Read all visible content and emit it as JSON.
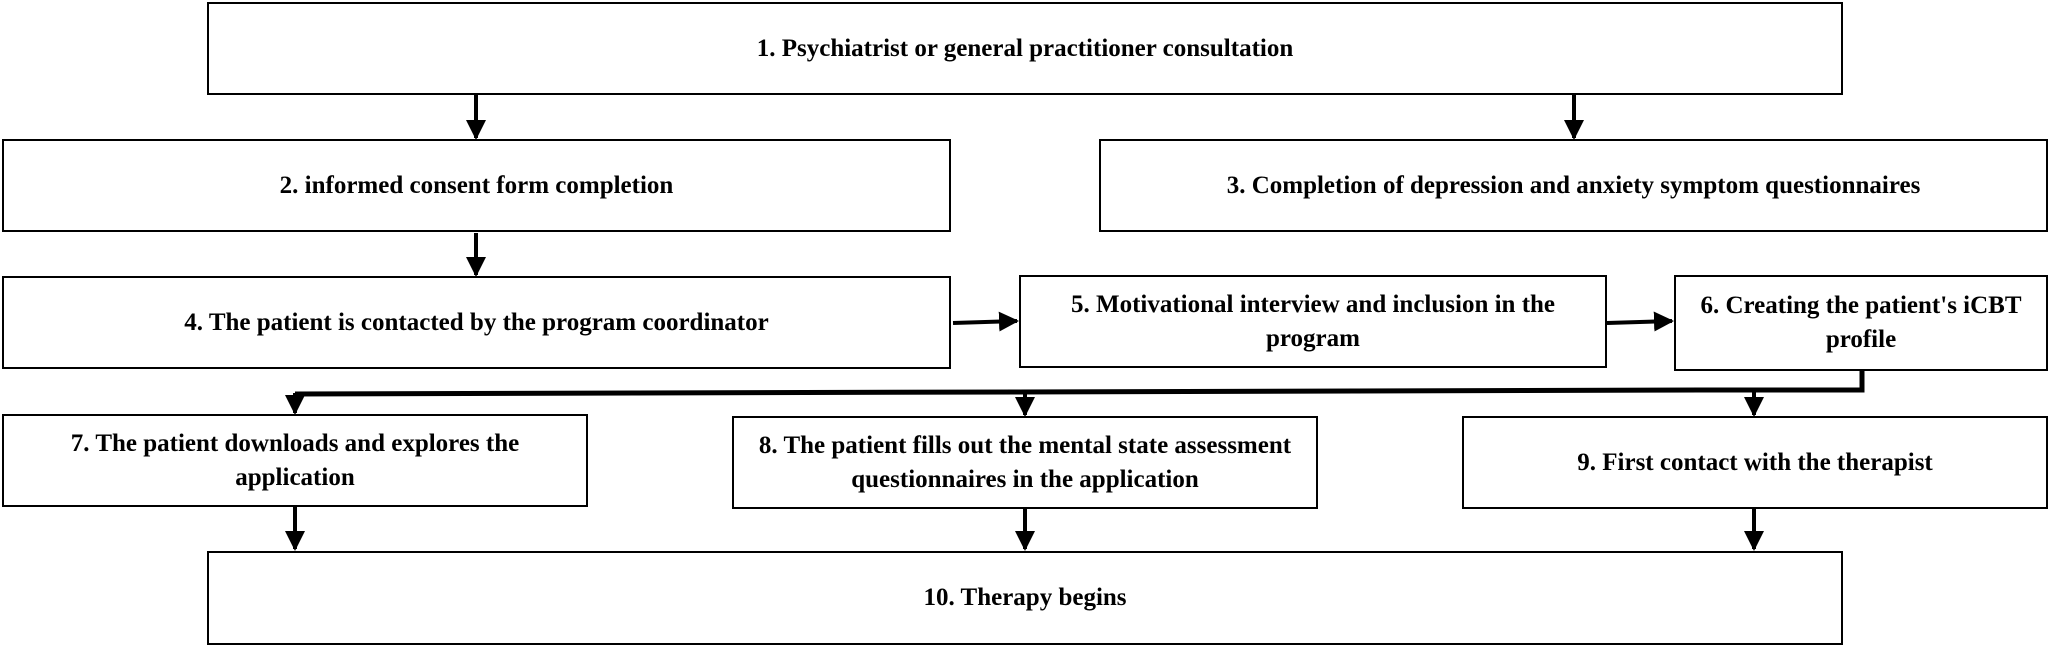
{
  "steps": {
    "s1": "1. Psychiatrist or general practitioner consultation",
    "s2": "2. informed consent form completion",
    "s3": "3. Completion of depression and anxiety symptom questionnaires",
    "s4": "4. The patient is contacted by the program coordinator",
    "s5": "5. Motivational interview and inclusion in the program",
    "s6": "6. Creating the patient's iCBT profile",
    "s7": "7. The patient downloads and explores the application",
    "s8": "8. The patient fills out the mental state assessment questionnaires in the application",
    "s9": "9. First contact with the therapist",
    "s10": "10. Therapy begins"
  },
  "edges": [
    {
      "from": "s1",
      "to": "s2"
    },
    {
      "from": "s1",
      "to": "s3"
    },
    {
      "from": "s2",
      "to": "s4"
    },
    {
      "from": "s4",
      "to": "s5"
    },
    {
      "from": "s5",
      "to": "s6"
    },
    {
      "from": "s6",
      "to": "s7"
    },
    {
      "from": "s6",
      "to": "s8"
    },
    {
      "from": "s6",
      "to": "s9"
    },
    {
      "from": "s7",
      "to": "s10"
    },
    {
      "from": "s8",
      "to": "s10"
    },
    {
      "from": "s9",
      "to": "s10"
    }
  ]
}
